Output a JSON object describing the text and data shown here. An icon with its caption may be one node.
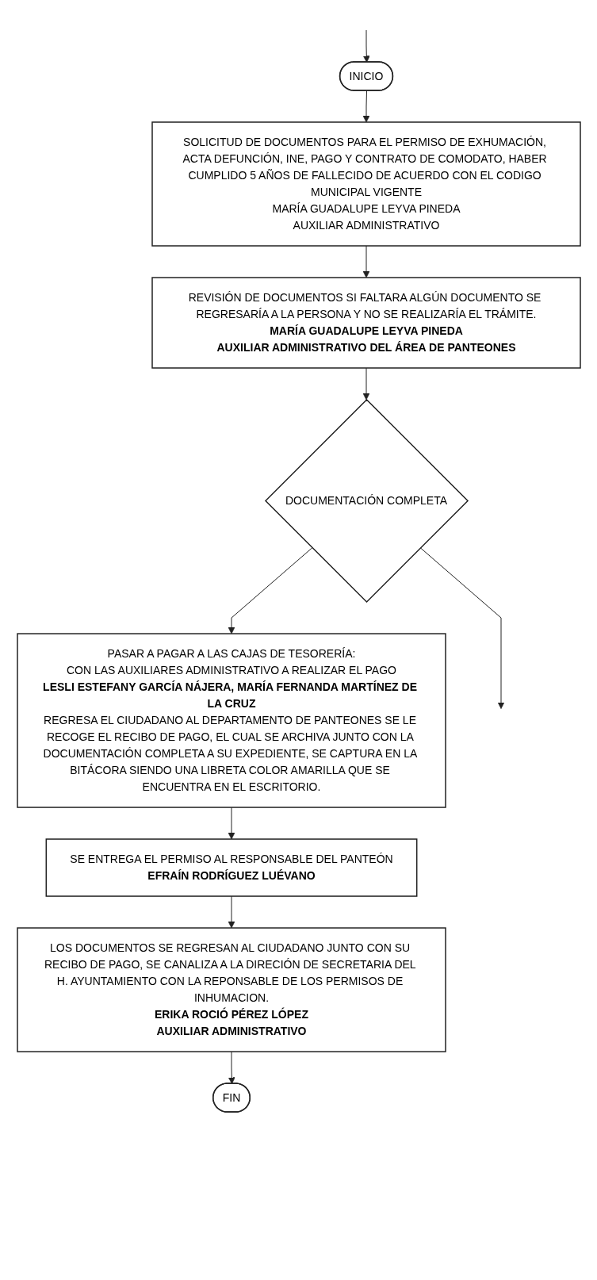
{
  "diagram": {
    "nodes": [
      {
        "text": [
          "INICIO"
        ]
      },
      {
        "text": [
          "SOLICITUD DE DOCUMENTOS PARA EL PERMISO DE EXHUMACIÓN, ACTA DEFUNCIÓN, INE, PAGO Y CONTRATO DE COMODATO, HABER CUMPLIDO 5 AÑOS DE FALLECIDO DE ACUERDO CON EL CODIGO MUNICIPAL VIGENTE",
          "MARÍA GUADALUPE LEYVA PINEDA",
          "AUXILIAR ADMINISTRATIVO"
        ]
      },
      {
        "text": [
          "REVISIÓN DE DOCUMENTOS SI FALTARA ALGÚN DOCUMENTO SE REGRESARÍA A LA PERSONA Y NO SE REALIZARÍA EL TRÁMITE.",
          "MARÍA GUADALUPE LEYVA PINEDA",
          "AUXILIAR ADMINISTRATIVO DEL ÁREA DE PANTEONES"
        ]
      },
      {
        "text": [
          "DOCUMENTACIÓN COMPLETA"
        ]
      },
      {
        "text": [
          "PASAR A PAGAR A LAS CAJAS DE TESORERÍA:",
          "CON LAS AUXILIARES ADMINISTRATIVO A REALIZAR EL PAGO",
          "LESLI ESTEFANY GARCÍA NÁJERA, MARÍA FERNANDA MARTÍNEZ DE LA CRUZ",
          "REGRESA EL CIUDADANO AL DEPARTAMENTO DE PANTEONES SE LE RECOGE EL RECIBO DE PAGO, EL CUAL SE ARCHIVA JUNTO CON LA DOCUMENTACIÓN COMPLETA A SU EXPEDIENTE, SE CAPTURA EN LA BITÁCORA SIENDO UNA LIBRETA COLOR AMARILLA QUE SE ENCUENTRA EN EL ESCRITORIO."
        ]
      },
      {
        "text": [
          "SE ENTREGA EL PERMISO AL RESPONSABLE DEL PANTEÓN",
          "EFRAÍN RODRÍGUEZ LUÉVANO"
        ]
      },
      {
        "text": [
          "LOS DOCUMENTOS SE REGRESAN AL CIUDADANO JUNTO CON SU RECIBO DE PAGO, SE CANALIZA A LA DIRECIÓN DE SECRETARIA DEL H. AYUNTAMIENTO CON LA REPONSABLE DE LOS PERMISOS DE INHUMACION.",
          "ERIKA ROCIÓ PÉREZ LÓPEZ",
          "AUXILIAR ADMINISTRATIVO"
        ]
      },
      {
        "text": [
          "FIN"
        ]
      }
    ],
    "edges": [
      {
        "from": 0,
        "to": 1,
        "arrow": "to"
      },
      {
        "from": 1,
        "to": 2,
        "arrow": "to"
      },
      {
        "from": 2,
        "to": 3,
        "arrow": "to"
      },
      {
        "from": 3,
        "to": null,
        "arrow": "to"
      },
      {
        "from": null,
        "to": 0,
        "arrow": "to"
      },
      {
        "from": 3,
        "to": 4,
        "arrow": "to"
      },
      {
        "from": 4,
        "to": 5,
        "arrow": "to"
      },
      {
        "from": 5,
        "to": 6,
        "arrow": "to"
      },
      {
        "from": 6,
        "to": 7,
        "arrow": "to"
      }
    ]
  }
}
